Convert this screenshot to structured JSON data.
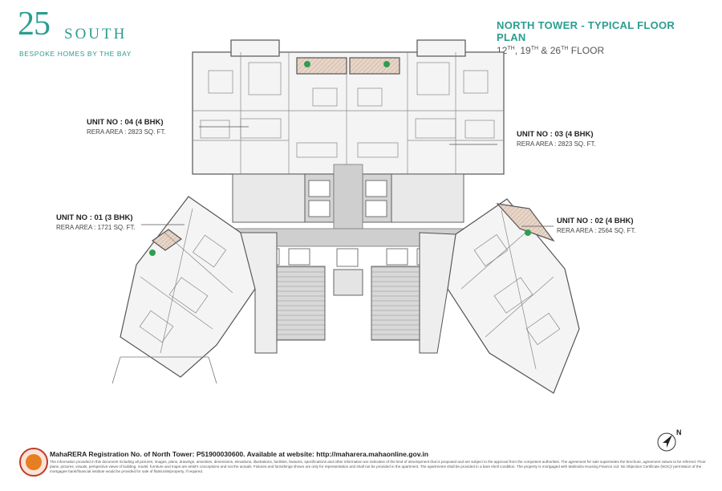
{
  "brand": {
    "logo_number": "25",
    "logo_word": "SOUTH",
    "tagline": "BESPOKE HOMES BY THE BAY",
    "accent_color": "#2a9d8f"
  },
  "title": {
    "main": "NORTH TOWER - TYPICAL FLOOR PLAN",
    "floors": [
      {
        "num": "12",
        "suffix": "TH"
      },
      {
        "num": "19",
        "suffix": "TH"
      },
      {
        "num": "26",
        "suffix": "TH"
      }
    ],
    "sep1": ", ",
    "sep2": " & ",
    "floor_word": " FLOOR"
  },
  "units": [
    {
      "unit": "UNIT NO : 04 (4 BHK)",
      "area": "RERA AREA : 2823 SQ. FT."
    },
    {
      "unit": "UNIT NO : 03 (4 BHK)",
      "area": "RERA AREA : 2823 SQ. FT."
    },
    {
      "unit": "UNIT NO : 01 (3 BHK)",
      "area": "RERA AREA : 1721 SQ. FT."
    },
    {
      "unit": "UNIT NO : 02 (4 BHK)",
      "area": "RERA AREA : 2564 SQ. FT."
    }
  ],
  "compass_label": "N",
  "footer": {
    "rera": "MahaRERA Registration No. of North Tower: P51900030600. Available at website: http://maharera.mahaonline.gov.in",
    "disclaimer": "The information provided in this document including all pictures, images, plans, drawings, amenities, dimensions, elevations, illustrations, facilities, features, specifications and other information are indicative of the kind of development that is proposed and are subject to the approval from the competent authorities. The agreement for sale supersedes the brochure, agreement values to be referred. Floor plans, pictures, visuals, perspective views of building, model, furniture and maps are artist's conceptions and not the actuals. Fixtures and furnishings shown are only for representation and shall not be provided in the apartment. The apartments shall be provided in a bare shell condition. The property is mortgaged with Mahindra Housing Finance Ltd. No Objection Certificate (NOC)/ permission of the mortgagee bank/financial institute would be provided for sale of flats/units/property, if required."
  }
}
